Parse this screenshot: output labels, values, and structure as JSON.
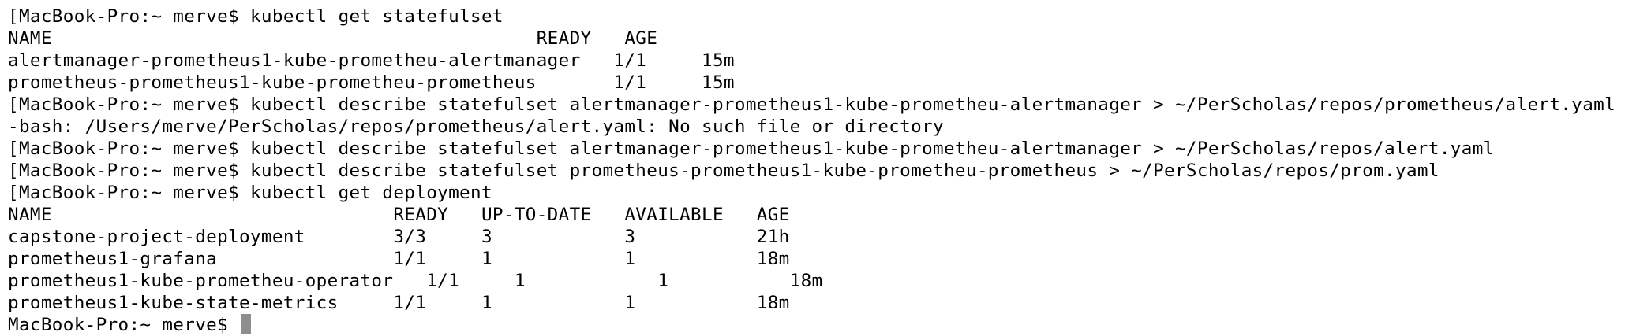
{
  "terminal": {
    "lines": [
      "[MacBook-Pro:~ merve$ kubectl get statefulset",
      "NAME                                            READY   AGE",
      "alertmanager-prometheus1-kube-prometheu-alertmanager   1/1     15m",
      "prometheus-prometheus1-kube-prometheu-prometheus       1/1     15m",
      "[MacBook-Pro:~ merve$ kubectl describe statefulset alertmanager-prometheus1-kube-prometheu-alertmanager > ~/PerScholas/repos/prometheus/alert.yaml",
      "-bash: /Users/merve/PerScholas/repos/prometheus/alert.yaml: No such file or directory",
      "[MacBook-Pro:~ merve$ kubectl describe statefulset alertmanager-prometheus1-kube-prometheu-alertmanager > ~/PerScholas/repos/alert.yaml",
      "[MacBook-Pro:~ merve$ kubectl describe statefulset prometheus-prometheus1-kube-prometheu-prometheus > ~/PerScholas/repos/prom.yaml",
      "[MacBook-Pro:~ merve$ kubectl get deployment",
      "NAME                               READY   UP-TO-DATE   AVAILABLE   AGE",
      "capstone-project-deployment        3/3     3            3           21h",
      "prometheus1-grafana                1/1     1            1           18m",
      "prometheus1-kube-prometheu-operator   1/1     1            1           18m",
      "prometheus1-kube-state-metrics     1/1     1            1           18m"
    ],
    "prompt": "MacBook-Pro:~ merve$ "
  }
}
